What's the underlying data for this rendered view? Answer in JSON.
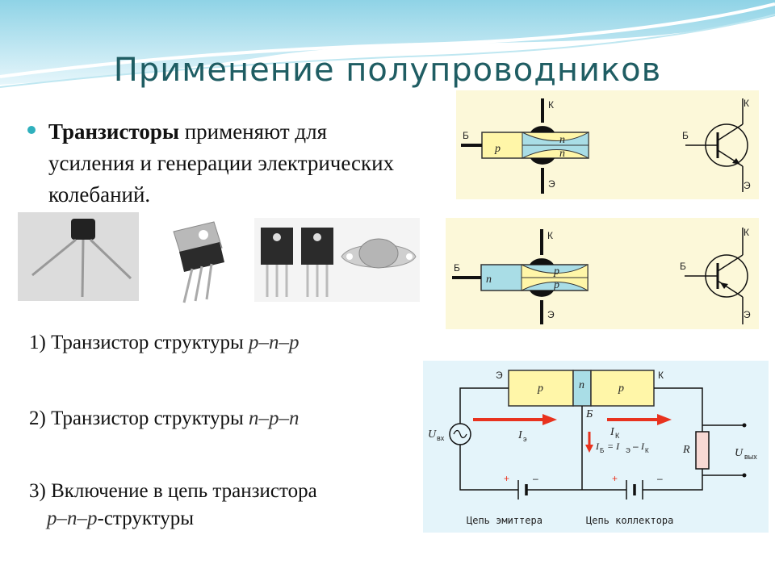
{
  "title": "Применение полупроводников",
  "bullet": {
    "bold": "Транзисторы",
    "rest": " применяют для усиления и генерации электрических колебаний."
  },
  "items": [
    {
      "prefix": "1) Транзистор структуры ",
      "formula": "p–n–p",
      "suffix": ""
    },
    {
      "prefix": "2) Транзистор структуры ",
      "formula": "n–p–n",
      "suffix": ""
    },
    {
      "prefix": "3) Включение в цепь транзистора",
      "formula": "p–n–p",
      "suffix": "-структуры"
    }
  ],
  "diagram_pnp": {
    "collector": "К",
    "base": "Б",
    "emitter": "Э",
    "base_region": "p",
    "top_region": "n",
    "bottom_region": "n"
  },
  "diagram_npn": {
    "collector": "К",
    "base": "Б",
    "emitter": "Э",
    "base_region": "n",
    "top_region": "p",
    "bottom_region": "p"
  },
  "symbols": {
    "collector": "К",
    "base": "Б",
    "emitter": "Э"
  },
  "circuit": {
    "emitter": "Э",
    "collector": "К",
    "base": "Б",
    "left_region": "p",
    "middle_region": "n",
    "right_region": "p",
    "u_in": "U",
    "u_in_sub": "вх",
    "u_out": "U",
    "u_out_sub": "вых",
    "i_e": "I",
    "i_e_sub": "э",
    "i_k": "I",
    "i_k_sub": "К",
    "formula": "I",
    "formula_text": "= I",
    "formula_b": "Б",
    "formula_e": "Э",
    "formula_k": "К",
    "resistor": "R",
    "plus": "+",
    "minus": "–",
    "emitter_circuit": "Цепь эмиттера",
    "collector_circuit": "Цепь коллектора"
  },
  "colors": {
    "title": "#1f5d63",
    "bullet": "#2fb0bd",
    "panel": "#fcf8d9",
    "circuit_bg": "#e4f4fa",
    "arrow": "#e8321e"
  }
}
